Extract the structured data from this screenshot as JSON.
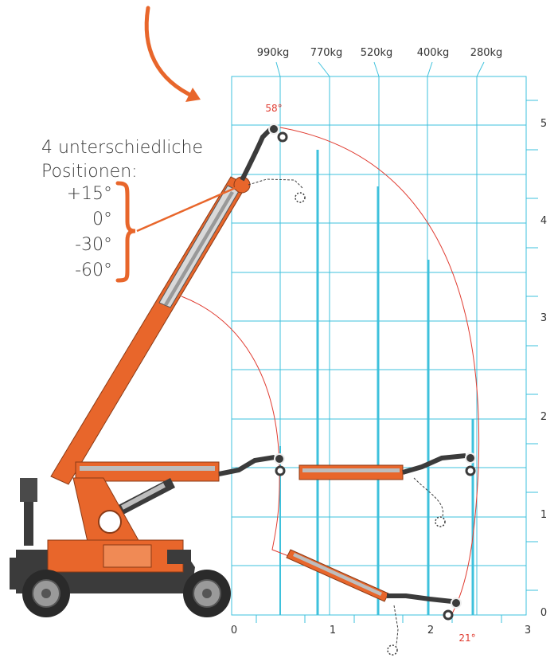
{
  "colors": {
    "grid": "#3ec1dc",
    "accent": "#e8662b",
    "curve": "#e03c31",
    "machine_dark": "#3b3b3b",
    "text": "#333333"
  },
  "callout": {
    "title_line1": "4 unterschiedliche",
    "title_line2": "Positionen:",
    "positions": [
      "+15°",
      "0°",
      "-30°",
      "-60°"
    ]
  },
  "angles": {
    "max": "58°",
    "min": "21°"
  },
  "load_labels": [
    "990kg",
    "770kg",
    "520kg",
    "400kg",
    "280kg"
  ],
  "x_ticks": [
    "0",
    "1",
    "2",
    "3"
  ],
  "y_ticks": [
    "0",
    "1",
    "2",
    "3",
    "4",
    "5"
  ],
  "icons": {
    "pointer": "curved-arrow-icon",
    "bracket": "brace-icon"
  }
}
